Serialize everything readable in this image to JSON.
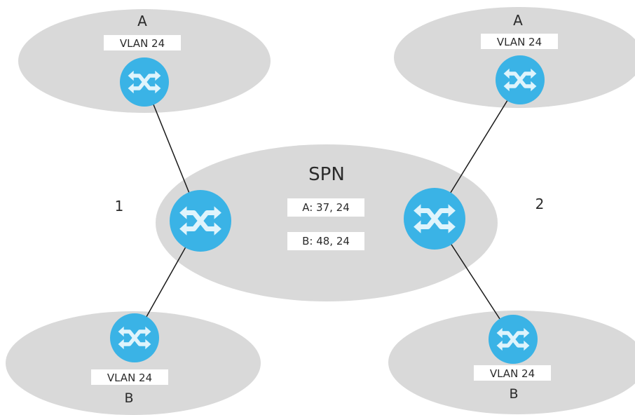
{
  "core": {
    "title": "SPN",
    "tags": [
      "A: 37, 24",
      "B: 48, 24"
    ]
  },
  "sites": [
    {
      "title": "A",
      "vlan": "VLAN 24"
    },
    {
      "title": "A",
      "vlan": "VLAN 24"
    },
    {
      "vlan": "VLAN 24",
      "title": "B"
    },
    {
      "vlan": "VLAN 24",
      "title": "B"
    }
  ],
  "edge_labels": [
    "1",
    "2"
  ],
  "colors": {
    "cloud": "#d9d9d9",
    "switch": "#3ab3e6",
    "arrow": "#dff4fc",
    "line": "#1a1a1a"
  },
  "icons": {
    "switch": "switch-icon"
  }
}
